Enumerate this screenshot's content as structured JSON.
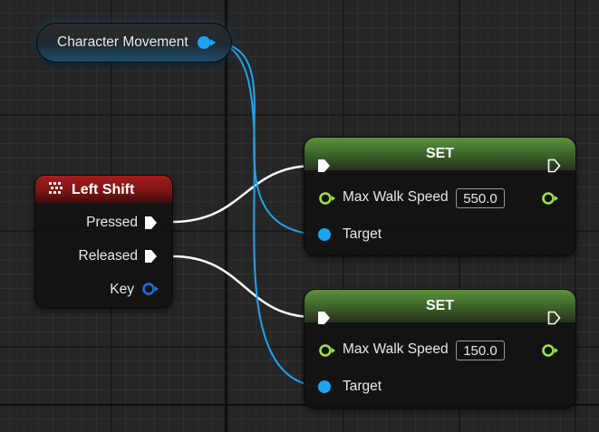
{
  "nodes": {
    "character_movement": {
      "label": "Character Movement",
      "pin_color": "#1ea4ef"
    },
    "left_shift": {
      "title": "Left Shift",
      "icon": "keyboard-icon",
      "header_color": "#a31d1d",
      "pins": {
        "pressed": "Pressed",
        "released": "Released",
        "key": "Key"
      }
    },
    "set_top": {
      "title": "SET",
      "header_color": "#5f8f3e",
      "var_label": "Max Walk Speed",
      "value": "550.0",
      "target_label": "Target"
    },
    "set_bottom": {
      "title": "SET",
      "header_color": "#5f8f3e",
      "var_label": "Max Walk Speed",
      "value": "150.0",
      "target_label": "Target"
    }
  },
  "colors": {
    "object_pin": "#1ea4ef",
    "float_pin": "#9be24a",
    "exec_wire": "#ffffff",
    "object_wire": "#1ea4ef"
  }
}
